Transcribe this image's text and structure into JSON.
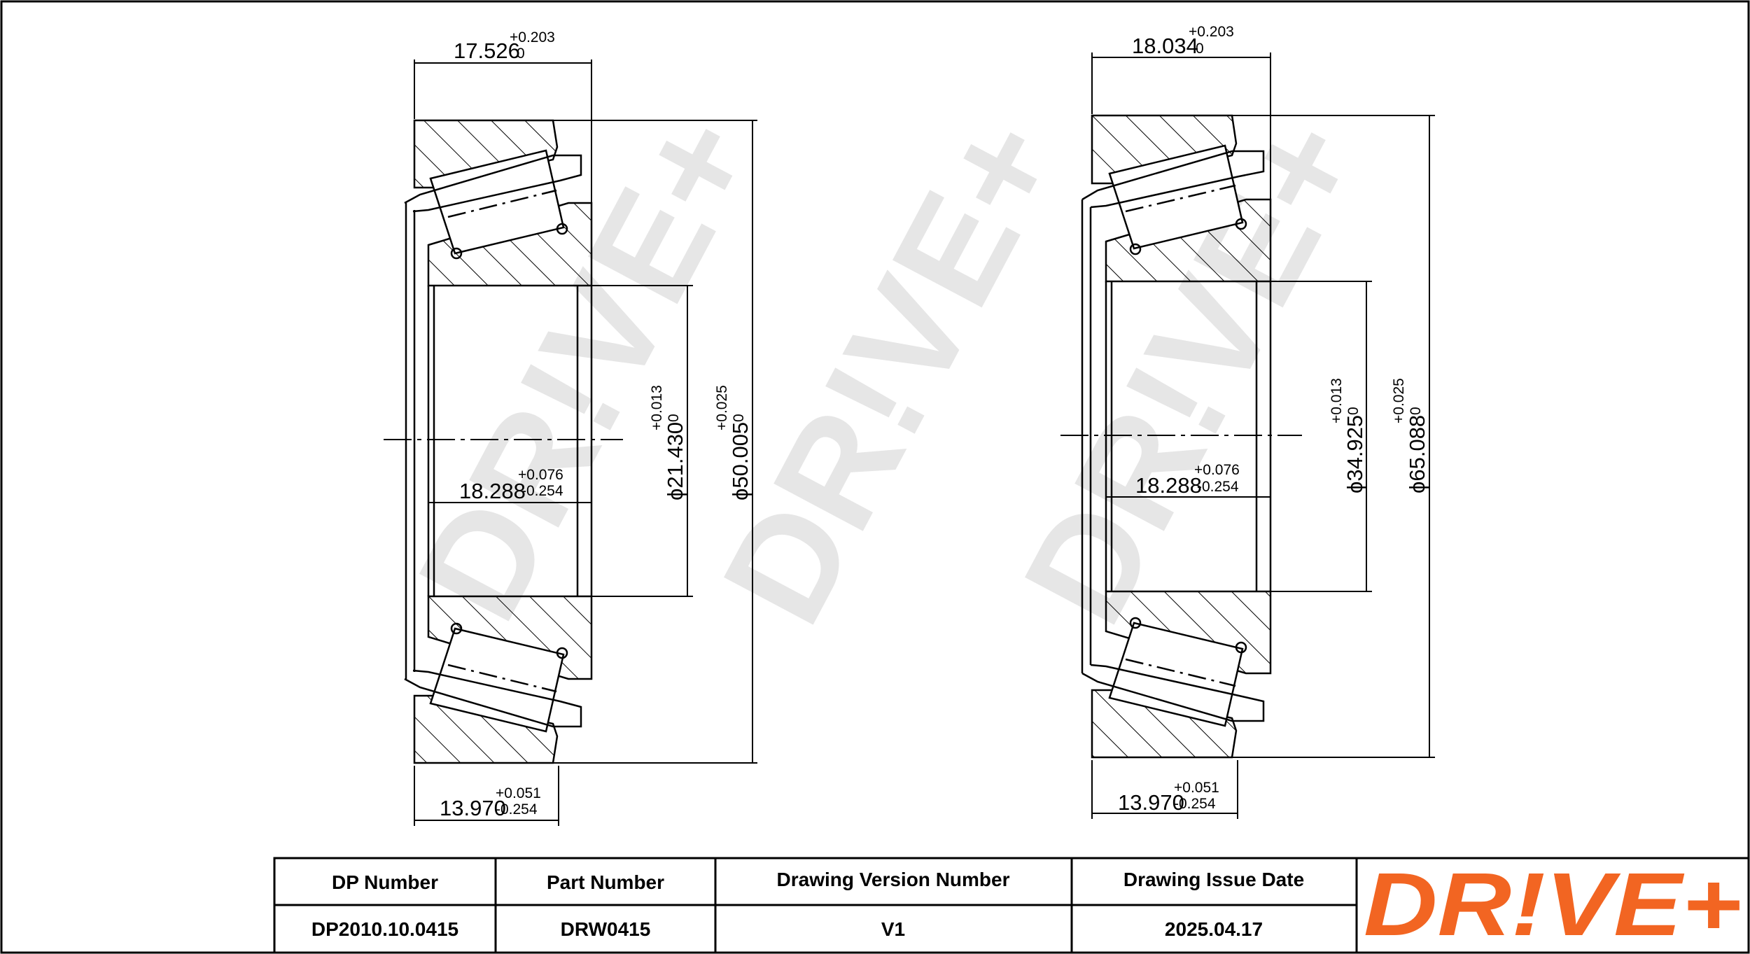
{
  "watermark": "DR!VE+",
  "logo": {
    "text": "DR!VE+",
    "color": "#f26522"
  },
  "left_bearing": {
    "width_top": {
      "value": "17.526",
      "upper": "+0.203",
      "lower": "0"
    },
    "bore": {
      "value": "ϕ21.430",
      "upper": "+0.013",
      "lower": "0"
    },
    "outer": {
      "value": "ϕ50.005",
      "upper": "+0.025",
      "lower": "0"
    },
    "cone_width": {
      "value": "18.288",
      "upper": "+0.076",
      "lower": "-0.254"
    },
    "cup_width": {
      "value": "13.970",
      "upper": "+0.051",
      "lower": "-0.254"
    }
  },
  "right_bearing": {
    "width_top": {
      "value": "18.034",
      "upper": "+0.203",
      "lower": "0"
    },
    "bore": {
      "value": "ϕ34.925",
      "upper": "+0.013",
      "lower": "0"
    },
    "outer": {
      "value": "ϕ65.088",
      "upper": "+0.025",
      "lower": "0"
    },
    "cone_width": {
      "value": "18.288",
      "upper": "+0.076",
      "lower": "-0.254"
    },
    "cup_width": {
      "value": "13.970",
      "upper": "+0.051",
      "lower": "-0.254"
    }
  },
  "title_block": {
    "headers": [
      "DP Number",
      "Part Number",
      "Drawing Version Number",
      "Drawing Issue Date"
    ],
    "values": [
      "DP2010.10.0415",
      "DRW0415",
      "V1",
      "2025.04.17"
    ]
  }
}
